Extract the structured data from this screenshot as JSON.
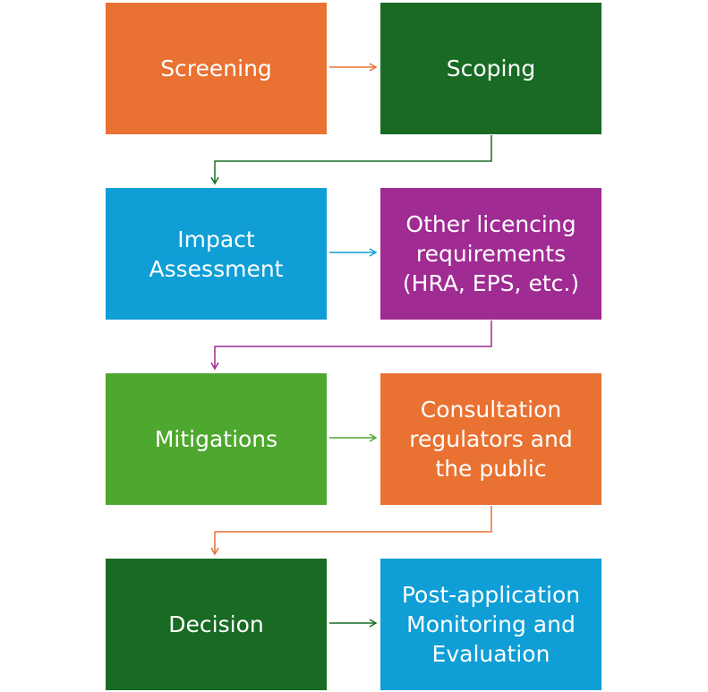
{
  "colors": {
    "orange": "#E97132",
    "dark_green": "#196B24",
    "blue": "#0F9ED5",
    "purple": "#A02B93",
    "green": "#4EA72E"
  },
  "steps": {
    "screening": "Screening",
    "scoping": "Scoping",
    "impact_assessment": "Impact\nAssessment",
    "other_licencing": "Other licencing\nrequirements\n(HRA, EPS, etc.)",
    "mitigations": "Mitigations",
    "consultation": "Consultation\nregulators and\nthe public",
    "decision": "Decision",
    "post_application": "Post-application\nMonitoring and\nEvaluation"
  }
}
